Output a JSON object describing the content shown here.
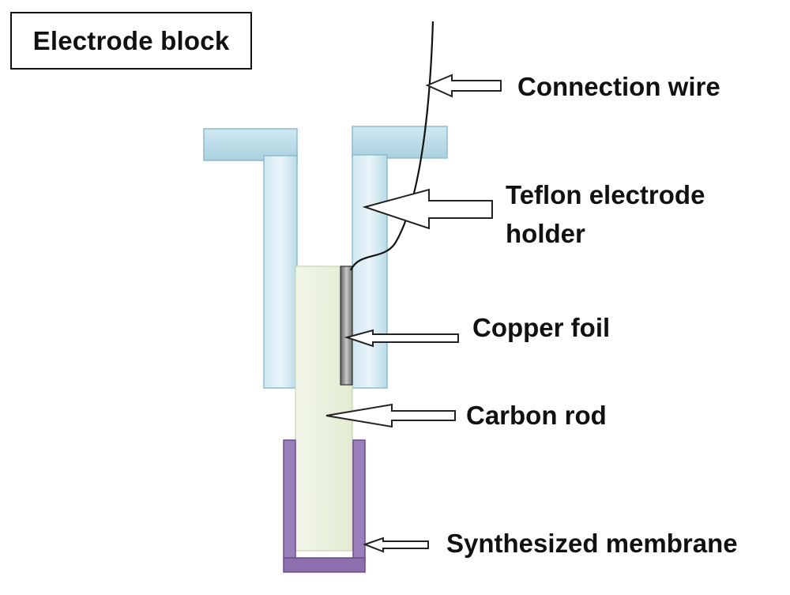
{
  "diagram": {
    "title": "Electrode block",
    "labels": {
      "connection_wire": "Connection wire",
      "teflon_line1": "Teflon electrode",
      "teflon_line2": "holder",
      "copper_foil": "Copper foil",
      "carbon_rod": "Carbon rod",
      "membrane": "Synthesized membrane"
    },
    "colors": {
      "teflon": "#add8e6",
      "teflon_edge": "#7fb3c4",
      "carbon_rod": "#e6efd8",
      "membrane": "#8e6fae",
      "copper_foil": "#8a8a8a",
      "wire": "#111111",
      "arrow_outline": "#222222"
    }
  }
}
